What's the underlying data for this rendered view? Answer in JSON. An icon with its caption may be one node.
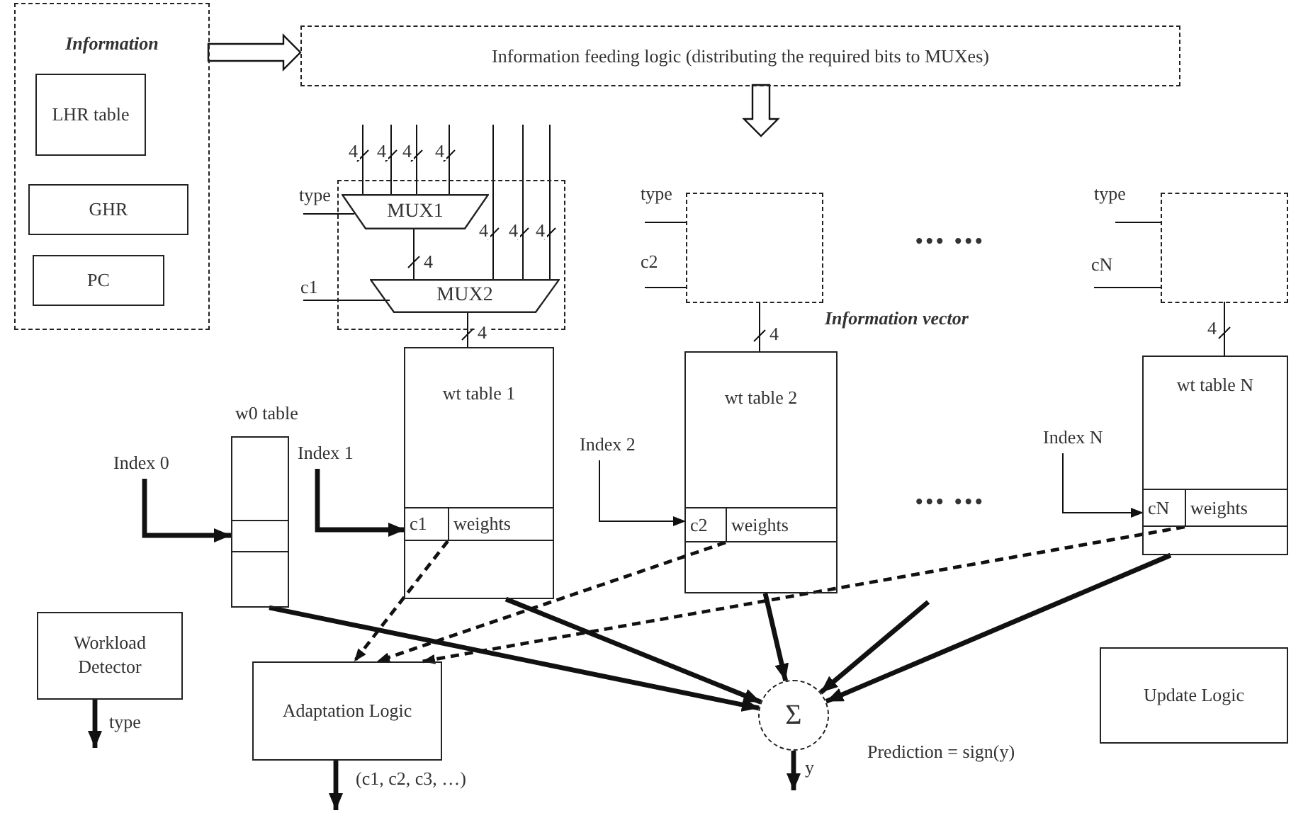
{
  "diagram": {
    "nodes": [
      {
        "text": [
          "Information"
        ]
      },
      {
        "text": [
          "LHR table"
        ],
        "in": 0
      },
      {
        "text": [
          "GHR"
        ],
        "in": 0
      },
      {
        "text": [
          "PC"
        ],
        "in": 0
      },
      {
        "text": [
          "Information feeding logic (distributing the required bits to MUXes)"
        ]
      },
      {
        "text": [],
        "shape": "box"
      },
      {
        "text": [
          "MUX1"
        ],
        "in": 5
      },
      {
        "text": [
          "MUX2"
        ],
        "in": 5
      },
      {
        "text": [
          "type"
        ]
      },
      {
        "text": [
          "c1"
        ]
      },
      {
        "text": [],
        "shape": "box"
      },
      {
        "text": [
          "type"
        ]
      },
      {
        "text": [
          "c2"
        ]
      },
      {
        "text": [],
        "shape": "box"
      },
      {
        "text": [
          "type"
        ]
      },
      {
        "text": [
          "cN"
        ]
      },
      {
        "text": [],
        "shape": "box",
        "beside": [
          "w0 table"
        ]
      },
      {
        "text": [
          "wt table 1"
        ]
      },
      {
        "text": [
          "c1"
        ],
        "in": 17
      },
      {
        "text": [
          "weights"
        ],
        "in": 17
      },
      {
        "text": [
          "wt table 2"
        ]
      },
      {
        "text": [
          "c2"
        ],
        "in": 20
      },
      {
        "text": [
          "weights"
        ],
        "in": 20
      },
      {
        "text": [
          "wt table N"
        ]
      },
      {
        "text": [
          "cN"
        ],
        "in": 23
      },
      {
        "text": [
          "weights"
        ],
        "in": 23
      },
      {
        "text": [
          "Index 0"
        ]
      },
      {
        "text": [
          "Index 1"
        ]
      },
      {
        "text": [
          "Index 2"
        ]
      },
      {
        "text": [
          "Index N"
        ]
      },
      {
        "text": [
          "Workload Detector"
        ]
      },
      {
        "text": [
          "Adaptation Logic"
        ]
      },
      {
        "text": [
          "Σ"
        ]
      },
      {
        "text": [
          "Update Logic"
        ]
      }
    ],
    "edges": [
      {
        "from": 0,
        "to": 4,
        "arrow": "to"
      },
      {
        "from": 4,
        "to": null,
        "arrow": "to"
      },
      {
        "from": null,
        "to": 6,
        "arrow": "none",
        "label": "4"
      },
      {
        "from": null,
        "to": 6,
        "arrow": "none",
        "label": "4"
      },
      {
        "from": null,
        "to": 6,
        "arrow": "none",
        "label": "4"
      },
      {
        "from": null,
        "to": 6,
        "arrow": "none",
        "label": "4"
      },
      {
        "from": null,
        "to": 7,
        "arrow": "none",
        "label": "4"
      },
      {
        "from": null,
        "to": 7,
        "arrow": "none",
        "label": "4"
      },
      {
        "from": null,
        "to": 7,
        "arrow": "none",
        "label": "4"
      },
      {
        "from": 6,
        "to": 7,
        "arrow": "none",
        "label": "4"
      },
      {
        "from": 8,
        "to": 6,
        "arrow": "none"
      },
      {
        "from": 9,
        "to": 7,
        "arrow": "none"
      },
      {
        "from": 11,
        "to": 10,
        "arrow": "none"
      },
      {
        "from": 12,
        "to": 10,
        "arrow": "none"
      },
      {
        "from": 14,
        "to": 13,
        "arrow": "none"
      },
      {
        "from": 15,
        "to": 13,
        "arrow": "none"
      },
      {
        "from": 7,
        "to": 17,
        "arrow": "none",
        "label": "4"
      },
      {
        "from": 10,
        "to": 20,
        "arrow": "none",
        "label": "4"
      },
      {
        "from": 13,
        "to": 23,
        "arrow": "none",
        "label": "4"
      },
      {
        "from": 26,
        "to": 16,
        "arrow": "to",
        "style": "thick"
      },
      {
        "from": 27,
        "to": 18,
        "arrow": "to",
        "style": "thick"
      },
      {
        "from": 28,
        "to": 21,
        "arrow": "to"
      },
      {
        "from": 29,
        "to": 24,
        "arrow": "to"
      },
      {
        "from": 18,
        "to": 31,
        "arrow": "to",
        "style": "dashed"
      },
      {
        "from": 21,
        "to": 31,
        "arrow": "to",
        "style": "dashed"
      },
      {
        "from": 24,
        "to": 31,
        "arrow": "to",
        "style": "dashed"
      },
      {
        "from": 16,
        "to": 32,
        "arrow": "to",
        "style": "thick"
      },
      {
        "from": 17,
        "to": 32,
        "arrow": "to",
        "style": "thick"
      },
      {
        "from": 20,
        "to": 32,
        "arrow": "to",
        "style": "thick"
      },
      {
        "from": null,
        "to": 32,
        "arrow": "to",
        "style": "thick"
      },
      {
        "from": 23,
        "to": 32,
        "arrow": "to",
        "style": "thick"
      },
      {
        "from": 30,
        "to": null,
        "arrow": "to",
        "style": "thick",
        "label": "type"
      },
      {
        "from": 31,
        "to": null,
        "arrow": "to",
        "style": "thick",
        "label": "(c1, c2, c3, …)"
      },
      {
        "from": 32,
        "to": null,
        "arrow": "to",
        "style": "thick",
        "label": "y"
      }
    ],
    "labels": [
      "Information vector",
      "••• •••",
      "••• •••",
      "Prediction = sign(y)"
    ]
  }
}
